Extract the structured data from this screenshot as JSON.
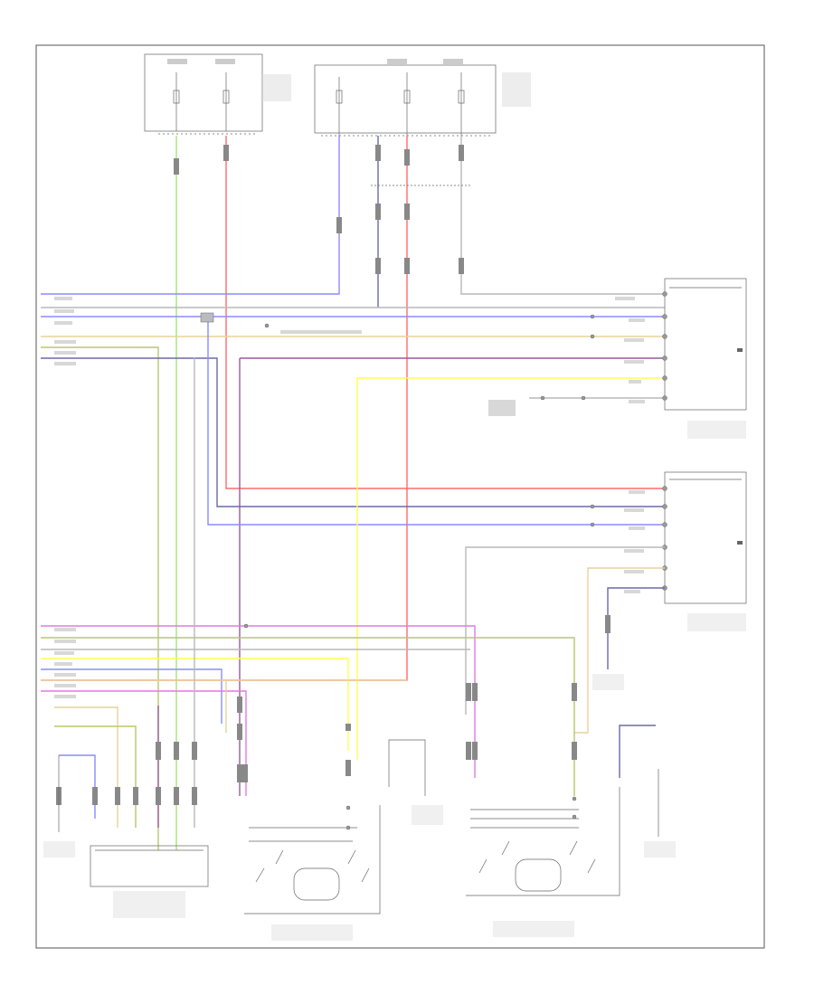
{
  "diagram": {
    "footer_code": "",
    "colors": {
      "green": "#a8e07a",
      "red": "#ff6b6b",
      "blue": "#8a8cff",
      "gray": "#b8b8b8",
      "yellow": "#ffff55",
      "purple": "#9a5a9a",
      "pink": "#e07ae0",
      "olive": "#b8c86a",
      "tan": "#e8d29a",
      "navy": "#6a6aa8"
    },
    "icons": [
      "ground-symbol",
      "switch-symbol",
      "motor-symbol",
      "fuse-symbol",
      "connector-symbol"
    ]
  }
}
